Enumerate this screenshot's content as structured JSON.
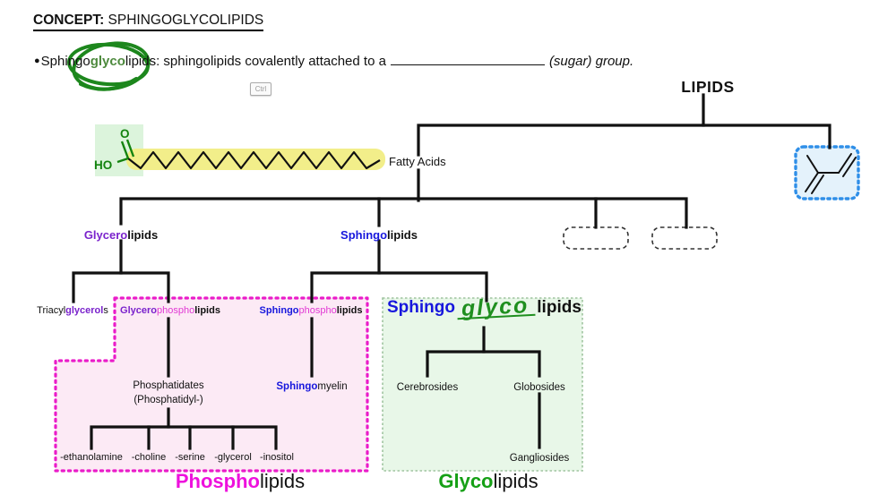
{
  "header": {
    "label": "CONCEPT:",
    "title": "SPHINGOGLYCOLIPIDS"
  },
  "definition": {
    "bullet": "●",
    "word_prefix": "Sphingo",
    "word_highlight": "glyco",
    "word_suffix": "lipids:",
    "body": " sphingolipids covalently attached to a",
    "blank_value": "",
    "sugar_note": "(sugar) group."
  },
  "key_badge": {
    "label": "Ctrl"
  },
  "tree": {
    "root": "LIPIDS",
    "fatty_acids": "Fatty Acids",
    "glycerolipids": {
      "colored": "Glycero",
      "rest": "lipids"
    },
    "sphingolipids": {
      "colored": "Sphingo",
      "rest": "lipids"
    },
    "triacylglycerols": {
      "pre": "Triacyl",
      "colored": "glycerol",
      "post": "s"
    },
    "glycerophospholipids": {
      "p1": "Glycero",
      "p2": "phospho",
      "p3": "lipids"
    },
    "sphingophospholipids": {
      "p1": "Sphingo",
      "p2": "phospho",
      "p3": "lipids"
    },
    "sphingoglycolipids": {
      "p1": "Sphingo",
      "handwritten": "glyco",
      "p3": "lipids"
    },
    "phosphatidates": {
      "line1": "Phosphatidates",
      "line2": "(Phosphatidyl-)"
    },
    "sphingomyelin": {
      "p1": "Sphingo",
      "p2": "myelin"
    },
    "head_groups": [
      "-ethanolamine",
      "-choline",
      "-serine",
      "-glycerol",
      "-inositol"
    ],
    "cerebrosides": "Cerebrosides",
    "globosides": "Globosides",
    "gangliosides": "Gangliosides",
    "blank_node_1": "",
    "blank_node_2": ""
  },
  "group_labels": {
    "phospholipids": {
      "colored": "Phospho",
      "rest": "lipids"
    },
    "glycolipids": {
      "colored": "Glyco",
      "rest": "lipids"
    }
  },
  "colors": {
    "glycero_purple": "#7a22cc",
    "sphingo_blue": "#1717dd",
    "phospho_magenta": "#e138d4",
    "glyco_green": "#16a016",
    "handwriting_green": "#1f8f1f",
    "definition_glyco_green": "#4e8a3e",
    "yellow_highlight": "#f2ee8a",
    "green_highlight": "#dcf4dc",
    "pink_box_fill": "#fceaf5",
    "pink_box_border": "#ea1cc9",
    "green_box_fill": "#e8f7e8",
    "green_box_border": "#9fc49f",
    "blue_box_fill": "#e4f2fb",
    "blue_box_border": "#2f8fe8",
    "line_black": "#111111"
  }
}
